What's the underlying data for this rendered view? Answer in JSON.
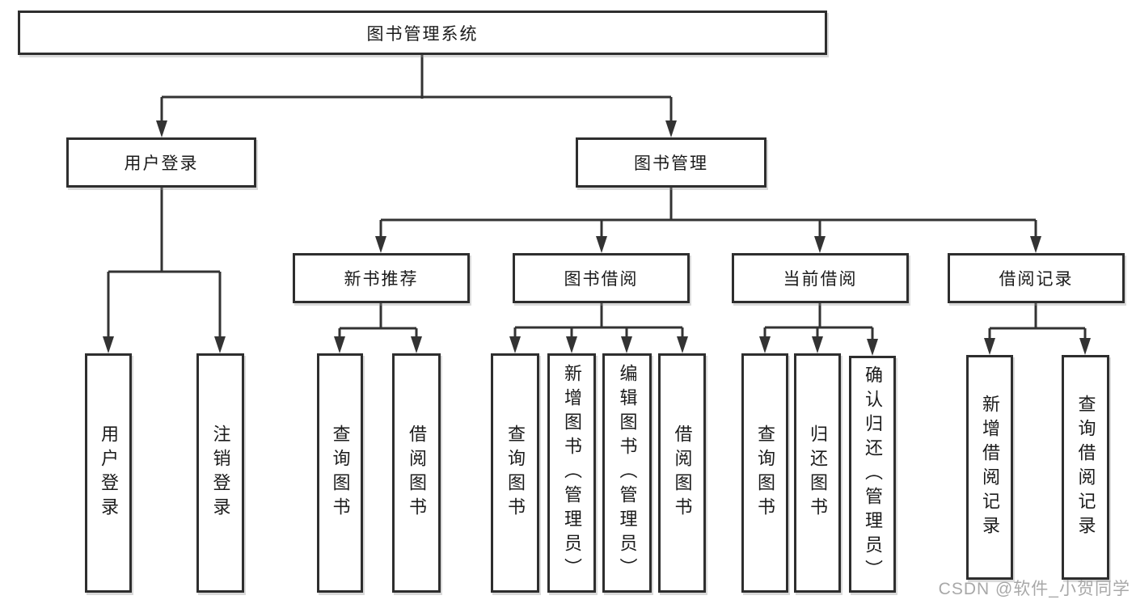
{
  "colors": {
    "line": "#333333",
    "box_border": "#2e2e2e",
    "box_fill": "#ffffff",
    "text": "#1b1b1b",
    "watermark": "#a8a8a8",
    "background": "#ffffff"
  },
  "watermark": "CSDN @软件_小贺同学",
  "tree": {
    "label": "图书管理系统",
    "children": [
      {
        "label": "用户登录",
        "children": [
          {
            "label": "用户登录"
          },
          {
            "label": "注销登录"
          }
        ]
      },
      {
        "label": "图书管理",
        "children": [
          {
            "label": "新书推荐",
            "children": [
              {
                "label": "查询图书"
              },
              {
                "label": "借阅图书"
              }
            ]
          },
          {
            "label": "图书借阅",
            "children": [
              {
                "label": "查询图书"
              },
              {
                "label": "新增图书（管理员）"
              },
              {
                "label": "编辑图书（管理员）"
              },
              {
                "label": "借阅图书"
              }
            ]
          },
          {
            "label": "当前借阅",
            "children": [
              {
                "label": "查询图书"
              },
              {
                "label": "归还图书"
              },
              {
                "label": "确认归还（管理员）"
              }
            ]
          },
          {
            "label": "借阅记录",
            "children": [
              {
                "label": "新增借阅记录"
              },
              {
                "label": "查询借阅记录"
              }
            ]
          }
        ]
      }
    ]
  }
}
